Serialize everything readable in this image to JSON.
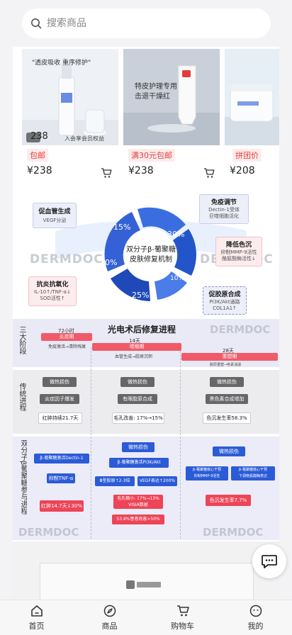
{
  "search": {
    "placeholder": "搜索商品"
  },
  "products": [
    {
      "tag": "包邮",
      "price": "¥238",
      "image_price": "238",
      "image_caption_top": "\"透皮吸收 重序修护\"",
      "image_caption_bottom": "入会享会员权益"
    },
    {
      "tag": "满30元包邮",
      "price": "¥238",
      "image_caption_top": "特皮护理专用",
      "image_caption_sub": "击退干燥红"
    },
    {
      "tag": "拼团价",
      "price": "¥208"
    }
  ],
  "mechanism": {
    "center": "双分子β-葡聚糖\n皮肤修复机制",
    "arc_labels": [
      "15%",
      "30%",
      "10%",
      "25%",
      "20%"
    ],
    "watermark": "DERMDOC",
    "boxes": [
      {
        "title": "促血管生成",
        "text": "VEGF分泌"
      },
      {
        "title": "免疫调节",
        "text": "Dectin-1受体\n巨噬细胞活化"
      },
      {
        "title": "降低色沉",
        "text": "抑制MMP-9活性\n酪氨酸酶活性↓"
      },
      {
        "title": "抗炎抗氧化",
        "text": "IL-10↑/TNF-α↓\nSOD活性↑"
      },
      {
        "title": "促胶原合成",
        "text": "PI3K/Akt通路\nCOL1A1↑"
      }
    ]
  },
  "process": {
    "title": "光电术后修复进程",
    "watermark": "DERMDOC",
    "row_labels": [
      "三大阶段",
      "传统进程",
      "双分子β葡聚糖参与进程"
    ],
    "stages": [
      {
        "time": "72小时",
        "name": "炎症期",
        "desc": "免疫激活→清除残屑"
      },
      {
        "time": "14天",
        "name": "增殖期",
        "desc": "血管生成→胶原沉积"
      },
      {
        "time": "28天",
        "name": "重塑期",
        "desc": "胶原重塑→色素消退"
      }
    ],
    "traditional": [
      {
        "a": "微热损伤",
        "b": "炎症因子爆发",
        "c": "红肿持续21.7天"
      },
      {
        "a": "微热损伤",
        "b": "有限胶原合成",
        "c": "毛孔改善: 17%→15%"
      },
      {
        "a": "微热损伤",
        "b": "黑色素合成增加",
        "c": "色沉发生率58.3%"
      }
    ],
    "beta_glucan": [
      {
        "a": "β-葡聚糖激活Dectin-1",
        "b": "抑制TNF-α",
        "c": "红肿14.7天↓30%"
      },
      {
        "a": "微热损伤",
        "b": "β-葡聚糖激活PI3K/Akt",
        "c1": "Ⅲ型胶原↑2-3倍",
        "c2": "VEGF表达↑200%",
        "d": "毛孔缩小: 17%→13%\nVISIA数据",
        "e": "53.8%患者改善>50%"
      },
      {
        "a": "微热损伤",
        "b1": "β-葡聚糖核心干预\n抑制MMP-9活性",
        "b2": "β-葡聚糖核心干预\n下调络氨酸酶表达",
        "c": "色沉发生率7.7%"
      }
    ]
  },
  "chat": {
    "icon": "chat-bubble-icon"
  },
  "tabbar": [
    {
      "label": "首页",
      "icon": "home-icon"
    },
    {
      "label": "商品",
      "icon": "compass-icon"
    },
    {
      "label": "购物车",
      "icon": "cart-icon"
    },
    {
      "label": "我的",
      "icon": "profile-icon"
    }
  ],
  "colors": {
    "accent_red": "#e53e3e",
    "blue": "#2b5bd7",
    "tag_bg": "#fdecec"
  }
}
